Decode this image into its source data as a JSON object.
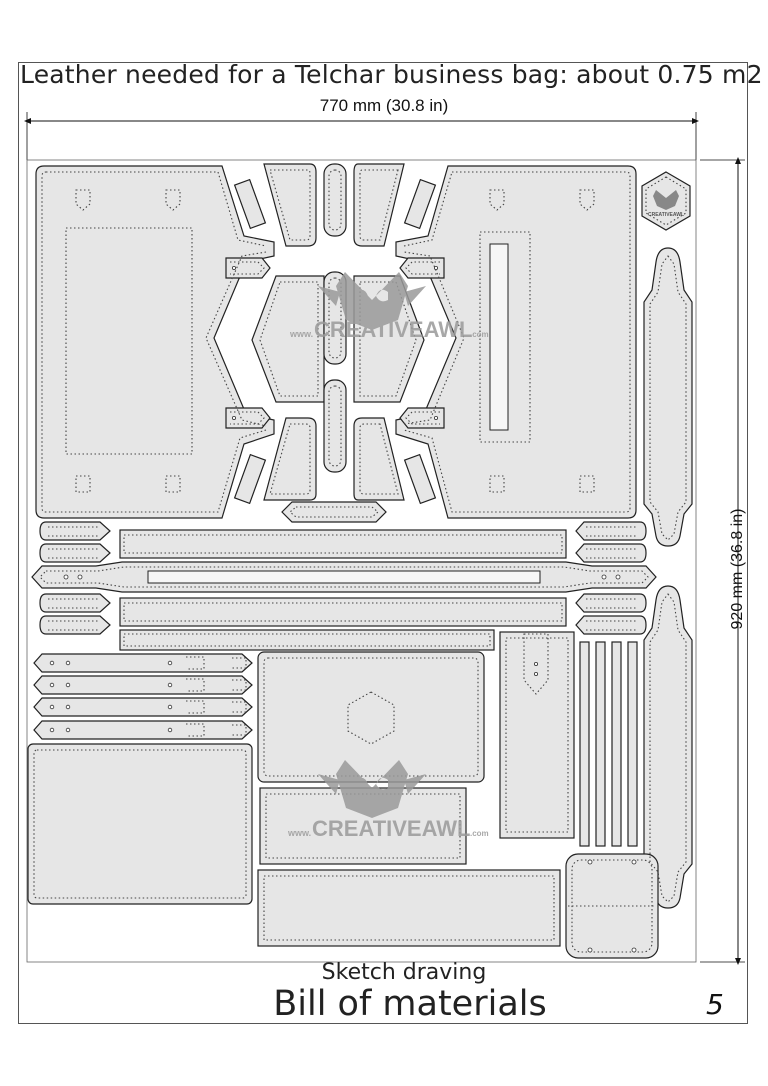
{
  "header": {
    "title": "Leather needed for a Telchar business bag: about 0.75 m2",
    "width_dimension": "770 mm (30.8 in)",
    "height_dimension": "920 mm (36.8 in)"
  },
  "footer": {
    "subtitle": "Sketch draving",
    "title": "Bill of  materials",
    "page_number": "5"
  },
  "watermark": {
    "brand": "CREATIVEAWL",
    "prefix": "www.",
    "suffix": ".com",
    "badge": "CREATIVEAWL"
  },
  "colors": {
    "leather_fill": "#e6e6e6",
    "outline": "#222222",
    "stitch": "#444444",
    "watermark": "#9a9a9a"
  }
}
